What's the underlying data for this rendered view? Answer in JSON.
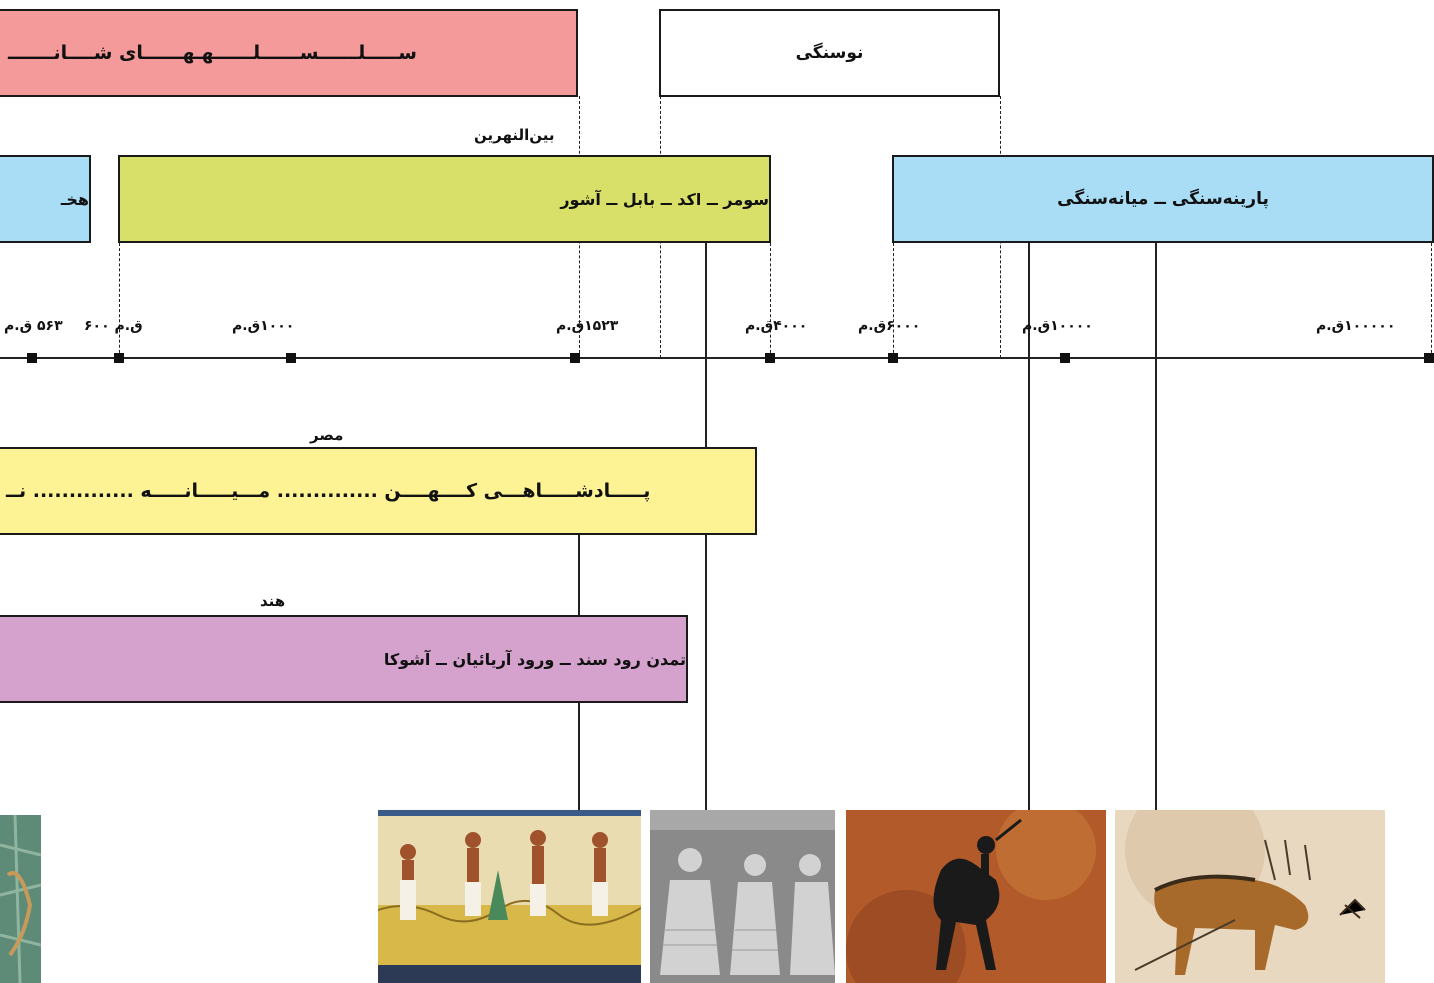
{
  "periods": {
    "dynasties": {
      "label": "ســـــلــــــســــــلــــــهـهــــــای شــــانـــــــ"
    },
    "neolithic": {
      "label": "نوسنگی"
    },
    "achaemenid": {
      "label": "هخـ"
    },
    "mesopotamia": {
      "region": "بین‌النهرین",
      "label": "سومر ــ اکد ــ بابل ــ آشور"
    },
    "paleolithic": {
      "label": "پارینه‌سنگی ــ میانه‌سنگی"
    },
    "egypt": {
      "region": "مصر",
      "label": "پـــــادشـــــاهـــی کــــهــــن ..............   مـــیـــــانـــــه ..............  نــ"
    },
    "india": {
      "region": "هند",
      "label": "تمدن رود سند ــ ورود آریائیان ــ آشوکا"
    }
  },
  "timeline": {
    "ticks": [
      {
        "label": "۵۶۳ ق.م"
      },
      {
        "label": "ق.م ۶۰۰"
      },
      {
        "label": "۱۰۰۰ق.م"
      },
      {
        "label": "۱۵۲۳ق.م"
      },
      {
        "label": "۴۰۰۰ق.م"
      },
      {
        "label": "۶۰۰۰ق.م"
      },
      {
        "label": "۱۰۰۰۰ق.م"
      },
      {
        "label": "۱۰۰۰۰۰ق.م"
      }
    ]
  },
  "photos": [
    {
      "name": "egyptian-wall-painting"
    },
    {
      "name": "relief-carving"
    },
    {
      "name": "cave-painting-hunter"
    },
    {
      "name": "cave-painting-horse"
    },
    {
      "name": "tile-fragment"
    }
  ]
}
